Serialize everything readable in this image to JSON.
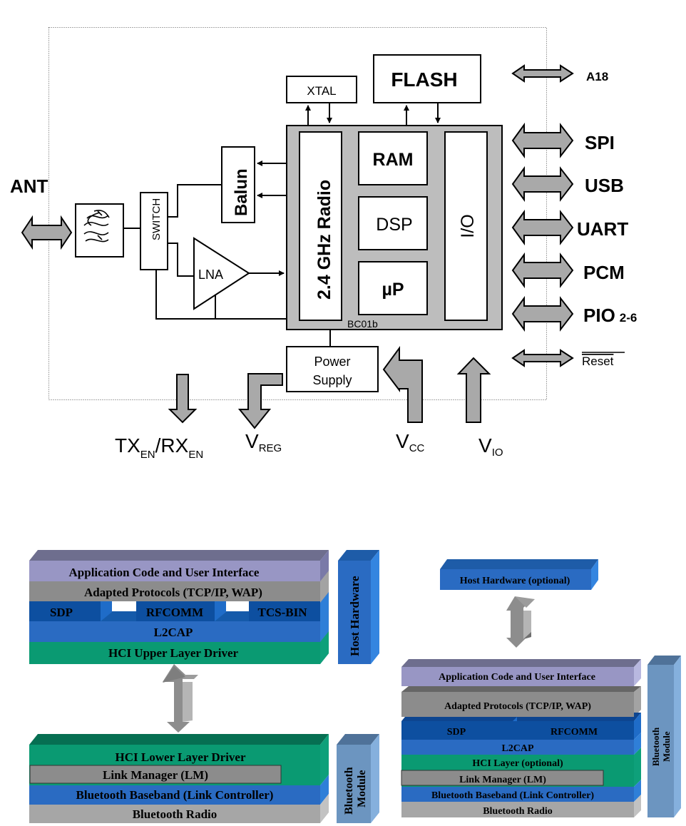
{
  "block_diagram": {
    "antenna_label": "ANT",
    "blocks": {
      "filter": "filter-icon",
      "switch": "SWITCH",
      "balun": "Balun",
      "lna": "LNA",
      "xtal": "XTAL",
      "flash": "FLASH",
      "radio": "2.4 GHz Radio",
      "ram": "RAM",
      "dsp": "DSP",
      "up": "µP",
      "io": "I/O",
      "chip_name": "BC01b",
      "power_supply_line1": "Power",
      "power_supply_line2": "Supply"
    },
    "interfaces": [
      {
        "label": "A18",
        "sub": ""
      },
      {
        "label": "SPI",
        "sub": ""
      },
      {
        "label": "USB",
        "sub": ""
      },
      {
        "label": "UART",
        "sub": ""
      },
      {
        "label": "PCM",
        "sub": ""
      },
      {
        "label": "PIO",
        "sub": "2-6"
      },
      {
        "label": "Reset",
        "sub": "",
        "overline": true
      }
    ],
    "bottom_signals": {
      "txrx": {
        "tx": "TX",
        "tx_sub": "EN",
        "sep": "/",
        "rx": "RX",
        "rx_sub": "EN"
      },
      "vreg": {
        "main": "V",
        "sub": "REG"
      },
      "vcc": {
        "main": "V",
        "sub": "CC"
      },
      "vio": {
        "main": "V",
        "sub": "IO"
      }
    }
  },
  "stack_left": {
    "host_layers": [
      {
        "label": "Application Code and User Interface",
        "color": "#9896c4"
      },
      {
        "label": "Adapted Protocols (TCP/IP, WAP)",
        "color": "#8c8c8c"
      },
      {
        "label": "L2CAP",
        "color": "#2a6bc2"
      },
      {
        "label": "HCI Upper Layer Driver",
        "color": "#0a9a72"
      }
    ],
    "protocol_row": [
      "SDP",
      "RFCOMM",
      "TCS-BIN"
    ],
    "host_side_label": "Host Hardware",
    "module_layers": [
      {
        "label": "HCI Lower Layer Driver",
        "color": "#0a9a72"
      },
      {
        "label": "Link Manager (LM)",
        "color": "#8c8c8c"
      },
      {
        "label": "Bluetooth Baseband (Link Controller)",
        "color": "#2a6bc2"
      },
      {
        "label": "Bluetooth Radio",
        "color": "#a6a6a6"
      }
    ],
    "module_side_label_line1": "Bluetooth",
    "module_side_label_line2": "Module"
  },
  "stack_right": {
    "host_box": "Host Hardware (optional)",
    "layers": [
      {
        "label": "Application Code and User Interface",
        "color": "#9896c4"
      },
      {
        "label": "Adapted Protocols (TCP/IP, WAP)",
        "color": "#8c8c8c"
      },
      {
        "label": "L2CAP",
        "color": "#2a6bc2"
      },
      {
        "label": "HCI Layer (optional)",
        "color": "#0a9a72"
      },
      {
        "label": "Link Manager (LM)",
        "color": "#8c8c8c"
      },
      {
        "label": "Bluetooth Baseband (Link Controller)",
        "color": "#2a6bc2"
      },
      {
        "label": "Bluetooth Radio",
        "color": "#a6a6a6"
      }
    ],
    "protocol_row": [
      "SDP",
      "RFCOMM"
    ],
    "module_side_label_line1": "Bluetooth",
    "module_side_label_line2": "Module"
  },
  "colors": {
    "chip_fill": "#bdbdbd",
    "arrow_fill": "#a9a9a9",
    "protocol_blue": "#0d4fa0",
    "host_hw_blue": "#2a6bc2",
    "module_blue": "#6c95c0"
  }
}
